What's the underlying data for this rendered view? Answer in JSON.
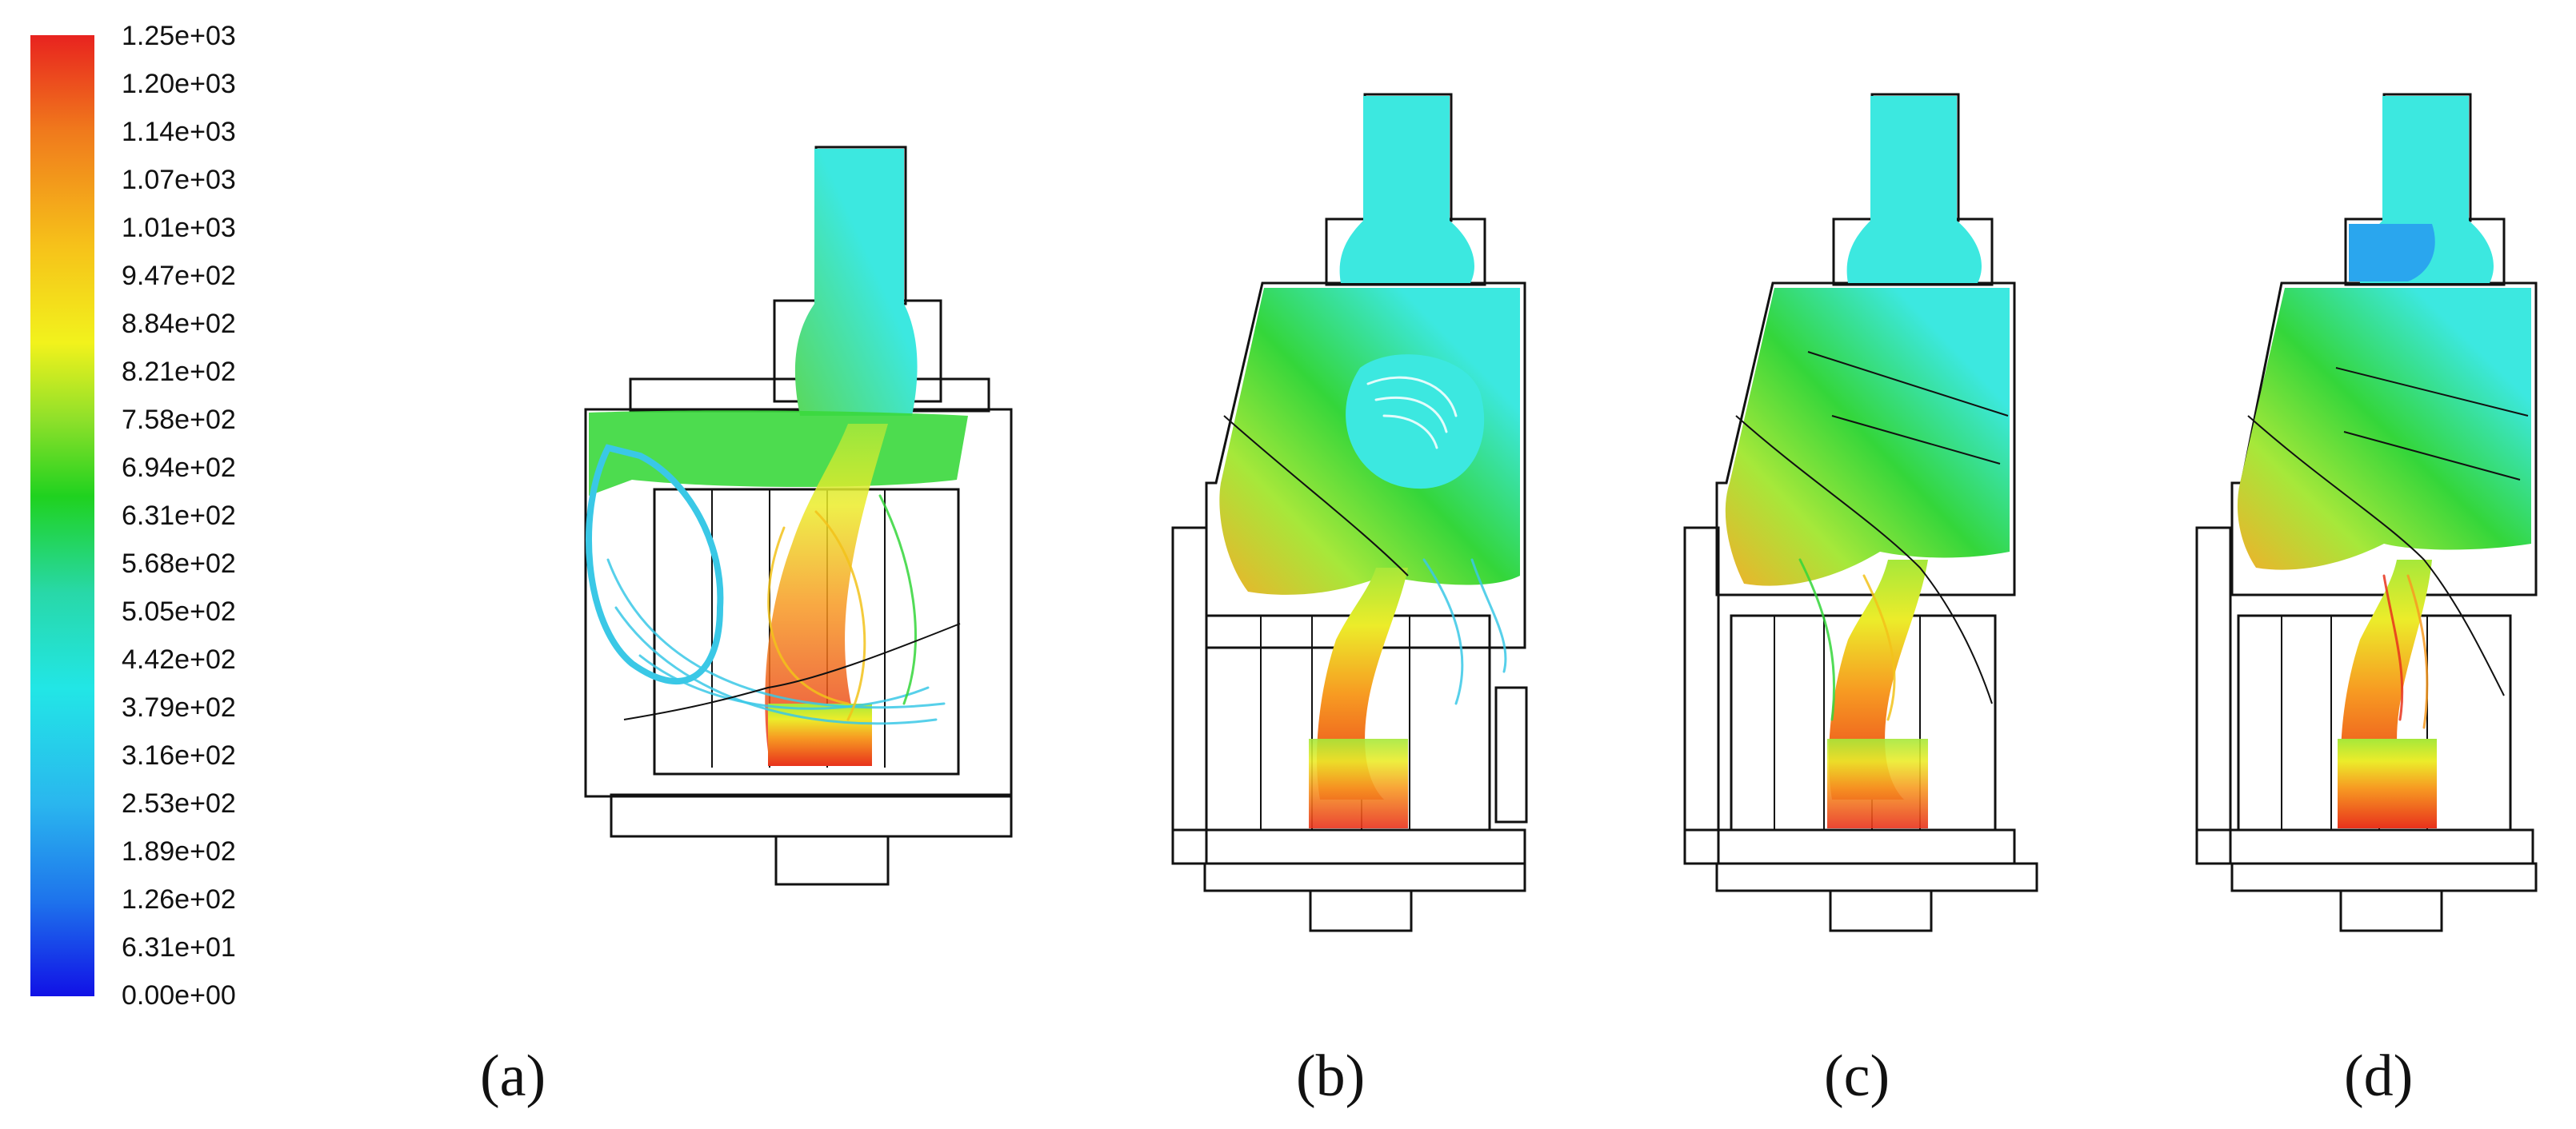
{
  "colorbar": {
    "ticks": [
      "1.25e+03",
      "1.20e+03",
      "1.14e+03",
      "1.07e+03",
      "1.01e+03",
      "9.47e+02",
      "8.84e+02",
      "8.21e+02",
      "7.58e+02",
      "6.94e+02",
      "6.31e+02",
      "5.68e+02",
      "5.05e+02",
      "4.42e+02",
      "3.79e+02",
      "3.16e+02",
      "2.53e+02",
      "1.89e+02",
      "1.26e+02",
      "6.31e+01",
      "0.00e+00"
    ],
    "min": 0,
    "max": 1250,
    "colors": [
      "#e8231f",
      "#f07a1c",
      "#f6c21a",
      "#f2f21c",
      "#8fe02a",
      "#1fd21f",
      "#28d8a8",
      "#22e6e6",
      "#2ab6ee",
      "#1e74ec",
      "#1111e6"
    ]
  },
  "panels": [
    {
      "label": "(a)"
    },
    {
      "label": "(b)"
    },
    {
      "label": "(c)"
    },
    {
      "label": "(d)"
    }
  ],
  "palette": {
    "cyan": "#3ce8e0",
    "green": "#34d63a",
    "lime": "#a6e83a",
    "yellow": "#ecec2a",
    "orange": "#f79a22",
    "red": "#e8321c",
    "blue": "#2aa6ee"
  }
}
